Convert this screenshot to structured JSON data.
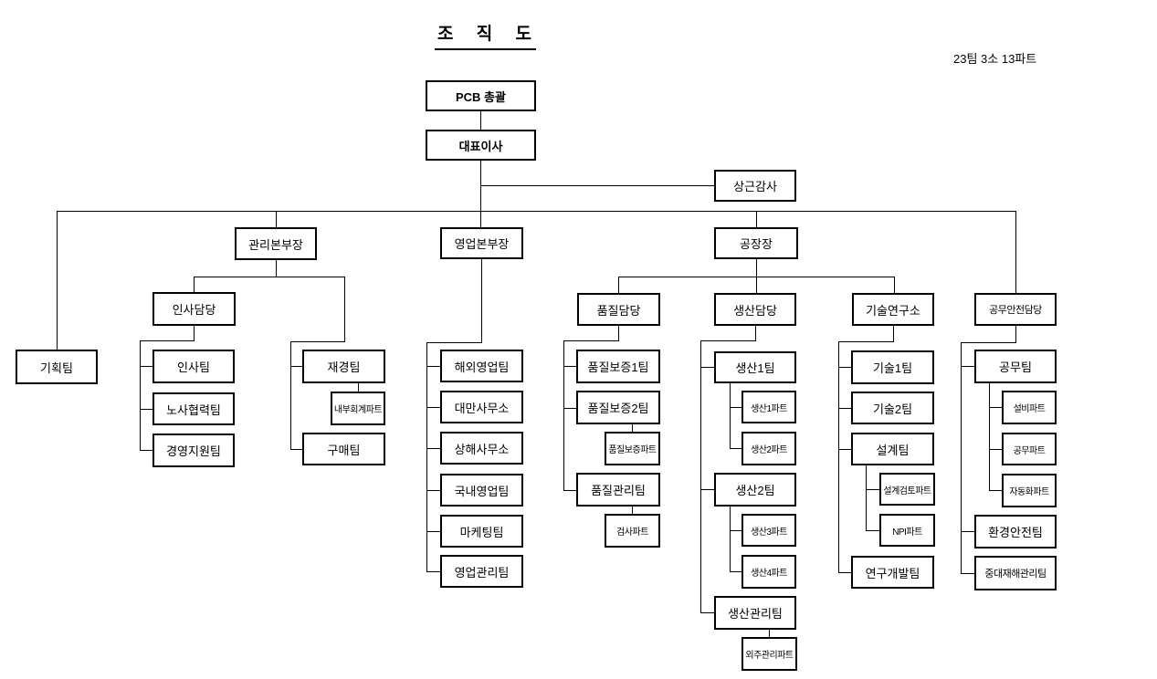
{
  "page": {
    "title": "조 직 도",
    "summary": "23팀 3소 13파트"
  },
  "nodes": {
    "pcb": "PCB 총괄",
    "ceo": "대표이사",
    "auditor": "상근감사",
    "planning_team": "기획팀",
    "mgmt_director": "관리본부장",
    "hr_lead": "인사담당",
    "hr_team": "인사팀",
    "labor_coop_team": "노사협력팀",
    "mgmt_support_team": "경영지원팀",
    "finance_team": "재경팀",
    "internal_acct_part": "내부회계파트",
    "purchasing_team": "구매팀",
    "sales_director": "영업본부장",
    "overseas_sales_team": "해외영업팀",
    "taiwan_office": "대만사무소",
    "shanghai_office": "상해사무소",
    "domestic_sales_team": "국내영업팀",
    "marketing_team": "마케팅팀",
    "sales_admin_team": "영업관리팀",
    "factory_manager": "공장장",
    "quality_lead": "품질담당",
    "qa_team1": "품질보증1팀",
    "qa_team2": "품질보증2팀",
    "qa_part": "품질보증파트",
    "qc_team": "품질관리팀",
    "inspection_part": "검사파트",
    "production_lead": "생산담당",
    "prod_team1": "생산1팀",
    "prod_part1": "생산1파트",
    "prod_part2": "생산2파트",
    "prod_team2": "생산2팀",
    "prod_part3": "생산3파트",
    "prod_part4": "생산4파트",
    "prod_mgmt_team": "생산관리팀",
    "outsourcing_part": "외주관리파트",
    "tech_lab": "기술연구소",
    "tech_team1": "기술1팀",
    "tech_team2": "기술2팀",
    "design_team": "설계팀",
    "design_review_part": "설계검토파트",
    "npi_part": "NPI파트",
    "rnd_team": "연구개발팀",
    "safety_lead": "공무안전담당",
    "facility_team": "공무팀",
    "equipment_part": "설비파트",
    "facility_part": "공무파트",
    "automation_part": "자동화파트",
    "env_safety_team": "환경안전팀",
    "disaster_mgmt_team": "중대재해관리팀"
  }
}
